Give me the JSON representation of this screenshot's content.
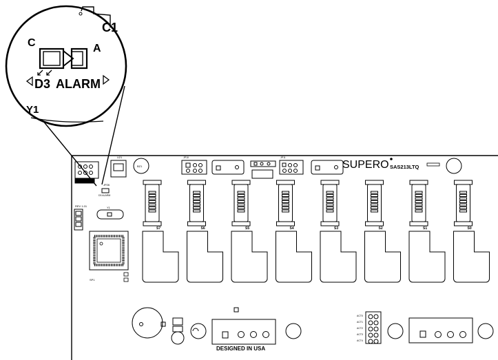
{
  "zoom_callout": {
    "corner_label": "C1",
    "cathode_label": "C",
    "anode_label": "A",
    "led_label": "D3",
    "led_function": "ALARM",
    "connector_label": "Y1"
  },
  "board": {
    "brand": "SUPERO",
    "model": "SAS213LTQ",
    "footer": "DESIGNED IN USA",
    "drive_slots": [
      {
        "label": "S7"
      },
      {
        "label": "S6"
      },
      {
        "label": "S5"
      },
      {
        "label": "S4"
      },
      {
        "label": "S3"
      },
      {
        "label": "S2"
      },
      {
        "label": "S1"
      },
      {
        "label": "S0"
      }
    ],
    "small_labels": {
      "u_top": "U21",
      "buzzer": "BZ1",
      "alarm": "D3 ALARM",
      "jp": "JP26",
      "y1": "Y1",
      "rev": "REV 1.01",
      "lower_left": "SP1",
      "j_power1": "JP10",
      "j_power2": "JP11",
      "act": [
        "ACT0",
        "ACT1",
        "ACT2",
        "ACT3",
        "ACT4"
      ]
    }
  }
}
